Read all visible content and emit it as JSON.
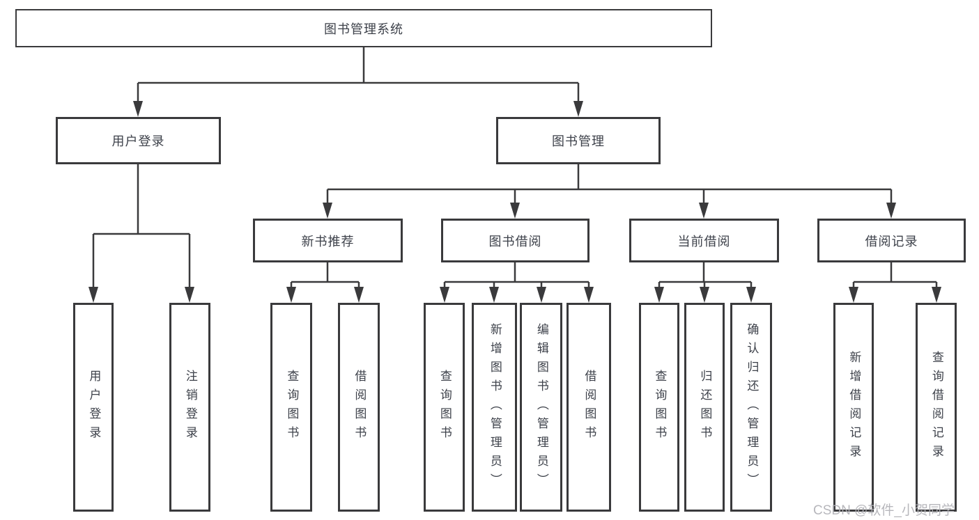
{
  "root": {
    "label": "图书管理系统"
  },
  "level2": {
    "user_login": {
      "label": "用户登录",
      "children": [
        "用户登录",
        "注销登录"
      ]
    },
    "book_mgmt": {
      "label": "图书管理"
    }
  },
  "level3": {
    "new_books": {
      "label": "新书推荐",
      "children": [
        "查询图书",
        "借阅图书"
      ]
    },
    "book_borrow": {
      "label": "图书借阅",
      "children": [
        "查询图书",
        "新增图书（管理员）",
        "编辑图书（管理员）",
        "借阅图书"
      ]
    },
    "current_borrow": {
      "label": "当前借阅",
      "children": [
        "查询图书",
        "归还图书",
        "确认归还（管理员）"
      ]
    },
    "borrow_records": {
      "label": "借阅记录",
      "children": [
        "新增借阅记录",
        "查询借阅记录"
      ]
    }
  },
  "watermark": "CSDN @软件_小贺同学",
  "colors": {
    "line": "#3a3a3c",
    "box_border": "#3a3a3c",
    "text": "#3d414a",
    "watermark": "#b1b1b6",
    "background": "#ffffff"
  }
}
